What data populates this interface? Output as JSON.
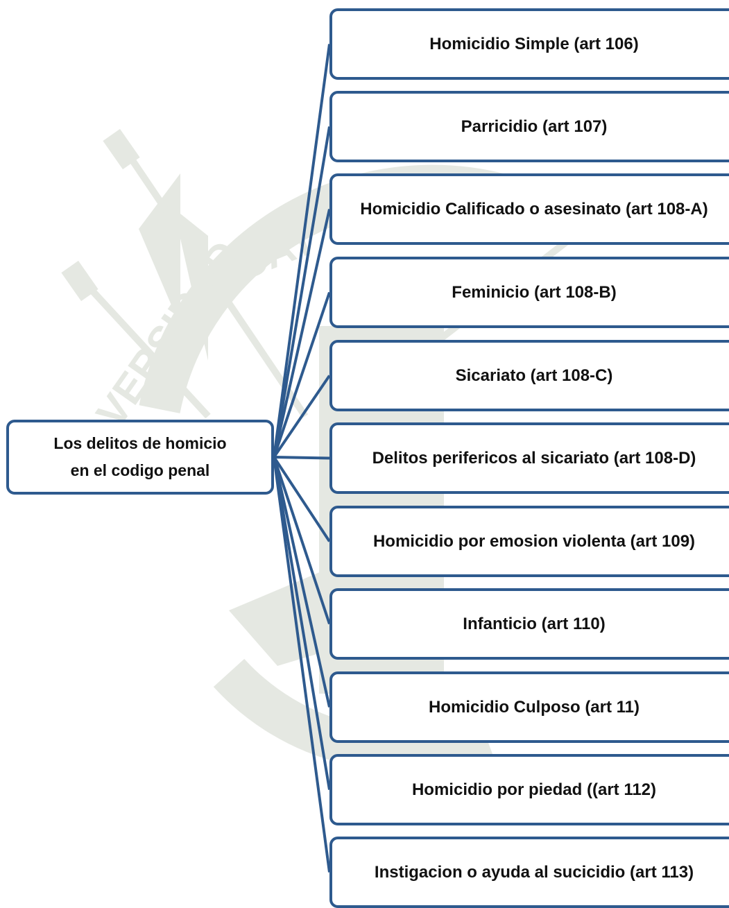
{
  "colors": {
    "node_border": "#2e5a8e",
    "connector": "#2e5a8e",
    "text": "#111111",
    "watermark": "#e5e8e2"
  },
  "root": {
    "line1": "Los delitos de homicio",
    "line2": "en el codigo penal"
  },
  "watermark": {
    "text_top": "CAT",
    "text_left": "VERSIDAD",
    "icon": "university-seal-icon"
  },
  "branches": [
    {
      "label": "Homicidio Simple (art 106)"
    },
    {
      "label": "Parricidio (art  107)"
    },
    {
      "label": "Homicidio Calificado o asesinato (art 108-A)"
    },
    {
      "label": "Feminicio (art 108-B)"
    },
    {
      "label": "Sicariato (art 108-C)"
    },
    {
      "label": "Delitos perifericos al sicariato (art 108-D)"
    },
    {
      "label": "Homicidio por emosion violenta (art 109)"
    },
    {
      "label": "Infanticio (art 110)"
    },
    {
      "label": "Homicidio Culposo (art 11)"
    },
    {
      "label": "Homicidio por piedad ((art 112)"
    },
    {
      "label": "Instigacion o ayuda al sucicidio (art 113)"
    }
  ]
}
